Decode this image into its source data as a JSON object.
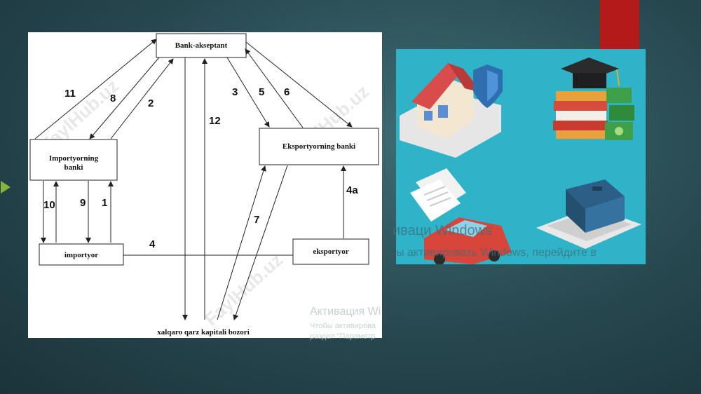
{
  "diagram": {
    "nodes": {
      "bank_akseptant": "Bank-akseptant",
      "importer_bank_line1": "Importyorning",
      "importer_bank_line2": "banki",
      "exporter_bank": "Eksportyorning banki",
      "importer": "importyor",
      "exporter": "eksportyor",
      "market": "xalqaro qarz kapitali bozori"
    },
    "steps": [
      "11",
      "8",
      "2",
      "3",
      "5",
      "6",
      "12",
      "10",
      "9",
      "1",
      "4",
      "7",
      "4a"
    ],
    "watermark": "FaylHub.uz"
  },
  "overlay": {
    "activation_title": "Активация Wi",
    "activation_line1": "Чтобы активирова",
    "activation_line2": "раздел \"Параметр",
    "image_line1": "иваци Windows",
    "image_line2": "ы активировать Windows, перейдите в"
  },
  "colors": {
    "accent_red": "#b31b1b",
    "play_green": "#8ab33c",
    "image_bg": "#2fb3c8"
  },
  "icons": [
    "house-icon",
    "shield-icon",
    "graduation-cap-icon",
    "books-icon",
    "money-icon",
    "document-icon",
    "car-icon",
    "laptop-icon",
    "briefcase-icon"
  ]
}
